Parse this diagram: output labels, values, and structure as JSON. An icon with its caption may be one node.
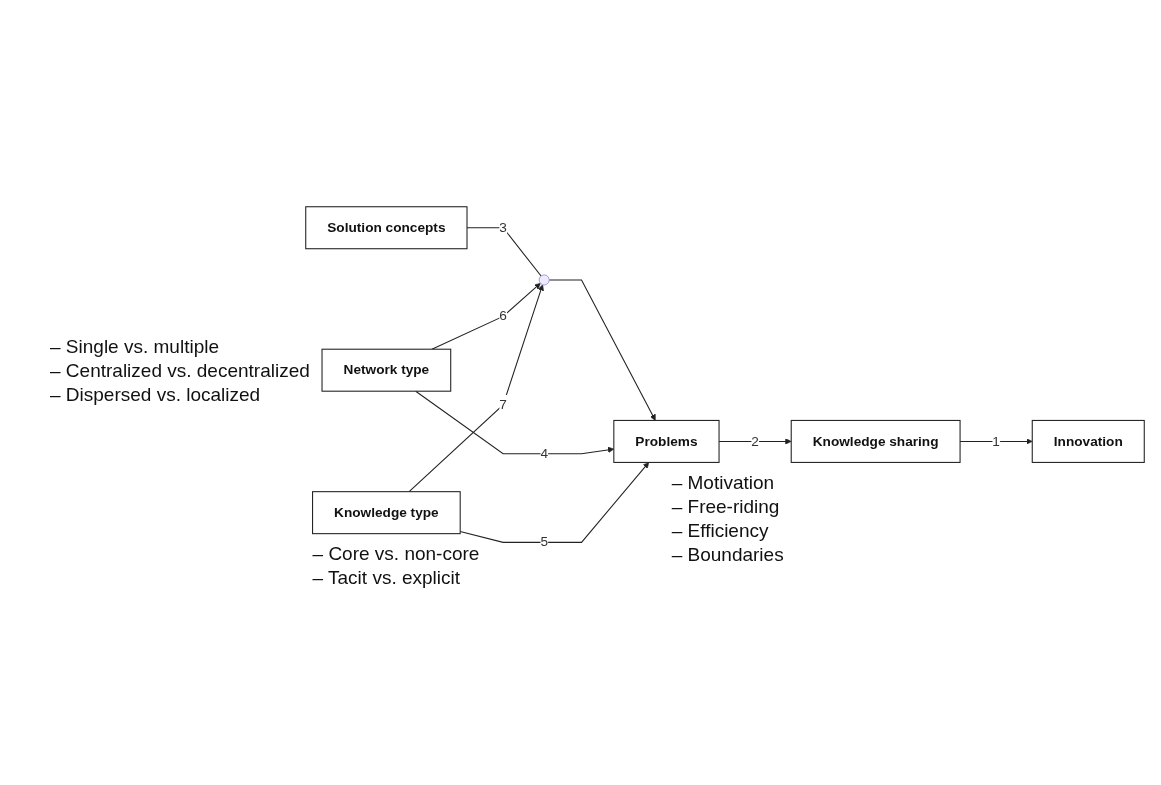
{
  "diagram": {
    "nodes": [
      {
        "text": [
          "Network type"
        ],
        "beside": [
          "– Single vs. multiple",
          "– Centralized vs. decentralized",
          "– Dispersed vs. localized"
        ]
      },
      {
        "text": [
          "Solution concepts"
        ]
      },
      {
        "text": [],
        "shape": "point"
      },
      {
        "text": [
          "Problems"
        ],
        "beside": [
          "– Motivation",
          "– Free-riding",
          "– Efficiency",
          "– Boundaries"
        ]
      },
      {
        "text": [
          "Knowledge sharing"
        ]
      },
      {
        "text": [
          "Innovation"
        ]
      },
      {
        "text": [
          "Knowledge type"
        ],
        "beside": [
          "– Core vs. non-core",
          "– Tacit vs. explicit"
        ]
      }
    ],
    "edges": [
      {
        "from": 1,
        "to": 2,
        "arrow": "none",
        "label": "3"
      },
      {
        "from": 2,
        "to": 3,
        "arrow": "to"
      },
      {
        "from": 0,
        "to": 2,
        "arrow": "to",
        "label": "6"
      },
      {
        "from": 0,
        "to": 3,
        "arrow": "to",
        "label": "4"
      },
      {
        "from": 6,
        "to": 2,
        "arrow": "to",
        "label": "7"
      },
      {
        "from": 6,
        "to": 3,
        "arrow": "to",
        "label": "5"
      },
      {
        "from": 3,
        "to": 4,
        "arrow": "to",
        "label": "2"
      },
      {
        "from": 4,
        "to": 5,
        "arrow": "to",
        "label": "1"
      }
    ]
  }
}
